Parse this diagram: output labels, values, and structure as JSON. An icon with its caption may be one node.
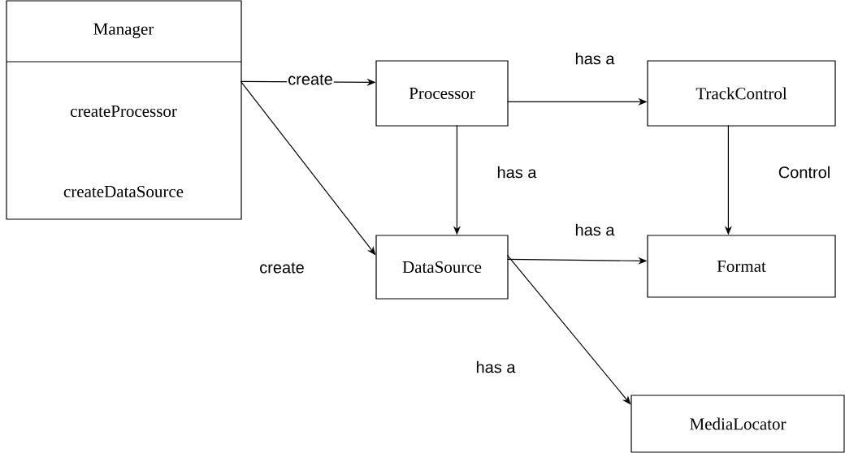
{
  "diagram": {
    "nodes": [
      {
        "text": [
          "Manager",
          "createProcessor",
          "createDataSource"
        ]
      },
      {
        "text": [
          "Processor"
        ]
      },
      {
        "text": [
          "TrackControl"
        ]
      },
      {
        "text": [
          "DataSource"
        ]
      },
      {
        "text": [
          "Format"
        ]
      },
      {
        "text": [
          "MediaLocator"
        ]
      }
    ],
    "edges": [
      {
        "from": 0,
        "to": 1,
        "arrow": "to",
        "label": "create"
      },
      {
        "from": 0,
        "to": 3,
        "arrow": "to",
        "label": "create"
      },
      {
        "from": 1,
        "to": 2,
        "arrow": "to",
        "label": "has a"
      },
      {
        "from": 1,
        "to": 3,
        "arrow": "to",
        "label": "has a"
      },
      {
        "from": 2,
        "to": 4,
        "arrow": "to",
        "label": "Control"
      },
      {
        "from": 3,
        "to": 4,
        "arrow": "to",
        "label": "has a"
      },
      {
        "from": 3,
        "to": 5,
        "arrow": "to",
        "label": "has a"
      }
    ]
  }
}
